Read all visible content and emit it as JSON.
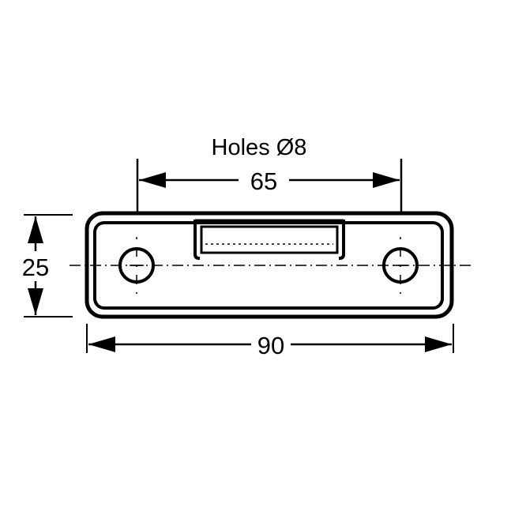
{
  "title": "Holes Ø8",
  "colors": {
    "line": "#000000",
    "background": "#ffffff"
  },
  "dimensions": {
    "hole_spacing": {
      "label": "65",
      "value": 65
    },
    "height": {
      "label": "25",
      "value": 25
    },
    "width": {
      "label": "90",
      "value": 90
    }
  },
  "holes": {
    "label": "Holes Ø8",
    "diameter": 8,
    "count": 2
  },
  "part": {
    "name": "strike-plate",
    "features": [
      "mounting-hole-left",
      "mounting-hole-right",
      "latch-recess"
    ]
  }
}
